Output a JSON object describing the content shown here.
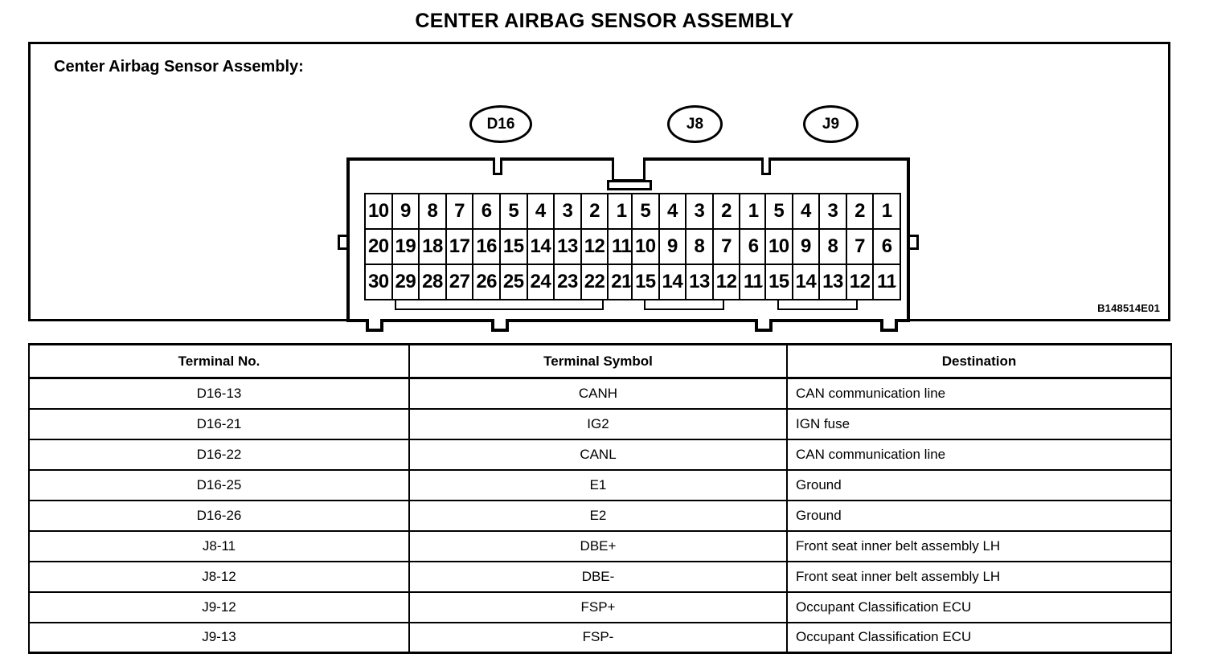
{
  "page_title": "CENTER AIRBAG SENSOR ASSEMBLY",
  "diagram": {
    "caption": "Center Airbag Sensor Assembly:",
    "part_number": "B148514E01",
    "connector_labels": [
      {
        "id": "d16",
        "text": "D16"
      },
      {
        "id": "j8",
        "text": "J8"
      },
      {
        "id": "j9",
        "text": "J9"
      }
    ],
    "pin_blocks": [
      {
        "id": "d16",
        "label": "D16",
        "columns": 10,
        "rows": [
          [
            "10",
            "9",
            "8",
            "7",
            "6",
            "5",
            "4",
            "3",
            "2",
            "1"
          ],
          [
            "20",
            "19",
            "18",
            "17",
            "16",
            "15",
            "14",
            "13",
            "12",
            "11"
          ],
          [
            "30",
            "29",
            "28",
            "27",
            "26",
            "25",
            "24",
            "23",
            "22",
            "21"
          ]
        ]
      },
      {
        "id": "j8",
        "label": "J8",
        "columns": 5,
        "rows": [
          [
            "5",
            "4",
            "3",
            "2",
            "1"
          ],
          [
            "10",
            "9",
            "8",
            "7",
            "6"
          ],
          [
            "15",
            "14",
            "13",
            "12",
            "11"
          ]
        ]
      },
      {
        "id": "j9",
        "label": "J9",
        "columns": 5,
        "rows": [
          [
            "5",
            "4",
            "3",
            "2",
            "1"
          ],
          [
            "10",
            "9",
            "8",
            "7",
            "6"
          ],
          [
            "15",
            "14",
            "13",
            "12",
            "11"
          ]
        ]
      }
    ]
  },
  "table": {
    "headers": [
      "Terminal No.",
      "Terminal Symbol",
      "Destination"
    ],
    "rows": [
      {
        "terminal_no": "D16-13",
        "terminal_symbol": "CANH",
        "destination": "CAN communication line"
      },
      {
        "terminal_no": "D16-21",
        "terminal_symbol": "IG2",
        "destination": "IGN fuse"
      },
      {
        "terminal_no": "D16-22",
        "terminal_symbol": "CANL",
        "destination": "CAN communication line"
      },
      {
        "terminal_no": "D16-25",
        "terminal_symbol": "E1",
        "destination": "Ground"
      },
      {
        "terminal_no": "D16-26",
        "terminal_symbol": "E2",
        "destination": "Ground"
      },
      {
        "terminal_no": "J8-11",
        "terminal_symbol": "DBE+",
        "destination": "Front seat inner belt assembly LH"
      },
      {
        "terminal_no": "J8-12",
        "terminal_symbol": "DBE-",
        "destination": "Front seat inner belt assembly LH"
      },
      {
        "terminal_no": "J9-12",
        "terminal_symbol": "FSP+",
        "destination": "Occupant Classification ECU"
      },
      {
        "terminal_no": "J9-13",
        "terminal_symbol": "FSP-",
        "destination": "Occupant Classification ECU"
      }
    ]
  },
  "colors": {
    "ink": "#000000",
    "paper": "#ffffff"
  }
}
